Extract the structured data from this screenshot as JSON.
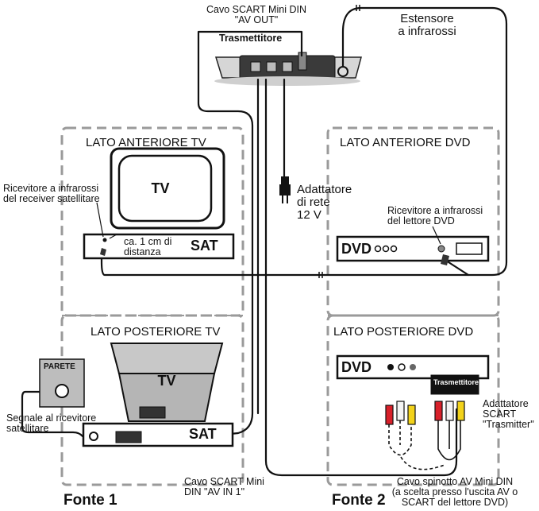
{
  "labels": {
    "cavo_scart_top": "Cavo SCART Mini DIN\n\"AV OUT\"",
    "trasmettitore": "Trasmettitore",
    "estensore": "Estensore\na infrarossi",
    "lato_anteriore_tv": "LATO ANTERIORE TV",
    "lato_anteriore_dvd": "LATO ANTERIORE DVD",
    "lato_posteriore_tv": "LATO POSTERIORE TV",
    "lato_posteriore_dvd": "LATO POSTERIORE DVD",
    "ricevitore_sat": "Ricevitore a infrarossi\ndel receiver satellitare",
    "distanza": "ca. 1 cm di\ndistanza",
    "adattatore_rete": "Adattatore\ndi rete\n12 V",
    "ricevitore_dvd": "Ricevitore a infrarossi\ndel lettore DVD",
    "tv": "TV",
    "sat": "SAT",
    "dvd": "DVD",
    "parete": "PARETE",
    "segnale": "Segnale al ricevitore\nsatellitare",
    "trasmettitore_small": "Trasmettitore",
    "adattatore_scart": "Adattatore\nSCART\n\"Trasmitter\"",
    "cavo_scart_bottom": "Cavo SCART Mini\nDIN \"AV IN 1\"",
    "cavo_spinotto": "Cavo spinotto AV Mini DIN\n(a scelta presso l'uscita AV o\nSCART del lettore DVD)",
    "fonte1": "Fonte 1",
    "fonte2": "Fonte 2"
  },
  "colors": {
    "line": "#111111",
    "dashed_box": "#999999",
    "device_gray": "#b8b8b8",
    "device_light": "#e2e2e2",
    "plug_red": "#d8202a",
    "plug_yellow": "#f2d21a",
    "plug_white": "#f4f4f4"
  }
}
